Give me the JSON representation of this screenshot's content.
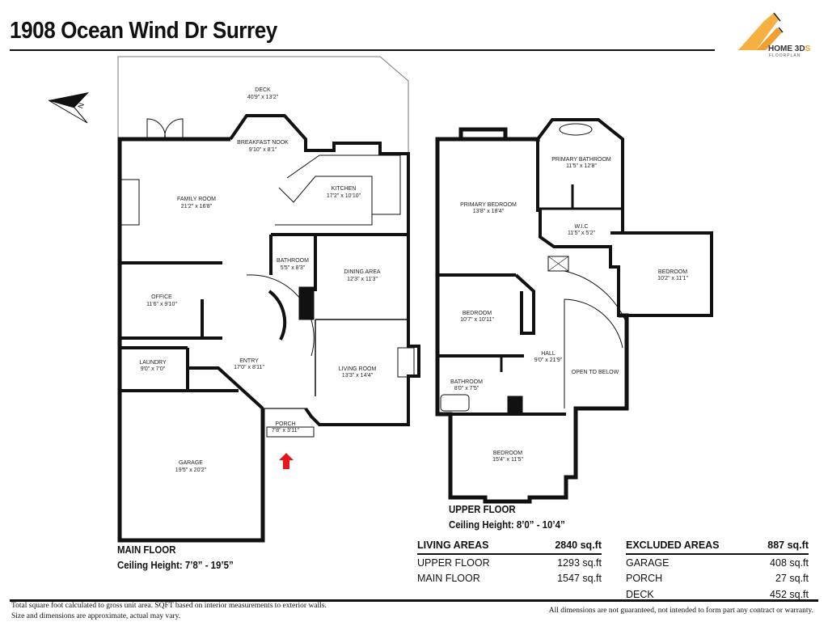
{
  "title": "1908 Ocean Wind Dr Surrey",
  "logo": {
    "brand": "HOME 3D",
    "brand_accent": "S",
    "sub": "FLOORPLAN",
    "accent_color": "#f0a030"
  },
  "compass": {
    "icon": "north-arrow-icon",
    "label": "N"
  },
  "main_floor": {
    "name": "MAIN FLOOR",
    "ceiling": "Ceiling Height: 7’8” - 19’5”",
    "rooms": [
      {
        "name": "DECK",
        "dims": "40'9\" x 13'2\""
      },
      {
        "name": "BREAKFAST NOOK",
        "dims": "9'10\" x 8'1\""
      },
      {
        "name": "KITCHEN",
        "dims": "17'2\" x 10'10\""
      },
      {
        "name": "FAMILY ROOM",
        "dims": "21'2\" x 16'8\""
      },
      {
        "name": "BATHROOM",
        "dims": "5'5\" x 8'3\""
      },
      {
        "name": "DINING AREA",
        "dims": "12'3\" x 11'3\""
      },
      {
        "name": "OFFICE",
        "dims": "11'6\" x 9'10\""
      },
      {
        "name": "LAUNDRY",
        "dims": "9'0\" x 7'0\""
      },
      {
        "name": "ENTRY",
        "dims": "17'0\" x 8'11\""
      },
      {
        "name": "LIVING ROOM",
        "dims": "13'3\" x 14'4\""
      },
      {
        "name": "PORCH",
        "dims": "7'8\" x 3'11\""
      },
      {
        "name": "GARAGE",
        "dims": "19'5\" x 20'2\""
      }
    ],
    "entrance_color": "#e8141c"
  },
  "upper_floor": {
    "name": "UPPER FLOOR",
    "ceiling": "Ceiling Height: 8’0” - 10’4”",
    "rooms": [
      {
        "name": "PRIMARY BATHROOM",
        "dims": "11'5\" x 12'8\""
      },
      {
        "name": "PRIMARY BEDROOM",
        "dims": "13'8\" x 18'4\""
      },
      {
        "name": "W.I.C",
        "dims": "11'5\" x 5'2\""
      },
      {
        "name": "BEDROOM",
        "dims": "10'2\" x 11'1\""
      },
      {
        "name": "BEDROOM",
        "dims": "10'7\" x 10'11\""
      },
      {
        "name": "HALL",
        "dims": "9'0\" x 21'9\""
      },
      {
        "name": "OPEN TO BELOW",
        "dims": ""
      },
      {
        "name": "BATHROOM",
        "dims": "8'0\" x 7'5\""
      },
      {
        "name": "BEDROOM",
        "dims": "15'4\" x 11'5\""
      }
    ]
  },
  "living_areas": {
    "header": "LIVING AREAS",
    "total": "2840 sq.ft",
    "rows": [
      {
        "label": "UPPER FLOOR",
        "value": "1293 sq.ft"
      },
      {
        "label": "MAIN FLOOR",
        "value": "1547 sq.ft"
      }
    ]
  },
  "excluded_areas": {
    "header": "EXCLUDED AREAS",
    "total": "887 sq.ft",
    "rows": [
      {
        "label": "GARAGE",
        "value": "408 sq.ft"
      },
      {
        "label": "PORCH",
        "value": "27 sq.ft"
      },
      {
        "label": "DECK",
        "value": "452 sq.ft"
      }
    ]
  },
  "footer": {
    "left_line1": "Total square foot calculated to gross unit area. SQFT based on interior measurements to exterior walls.",
    "left_line2": "Size and dimensions are approximate, actual may vary.",
    "right": "All dimensions are not guaranteed, not intended to form part any contract or warranty."
  }
}
